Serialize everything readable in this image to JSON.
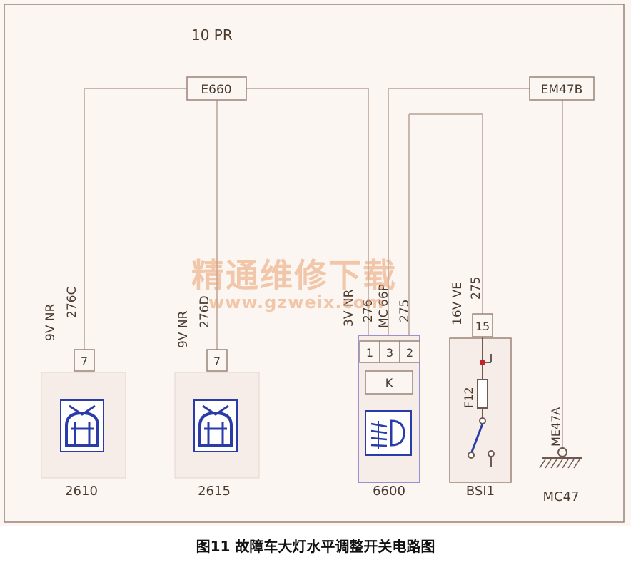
{
  "diagram": {
    "header": "10 PR",
    "connectors": {
      "left": "E660",
      "right": "EM47B"
    },
    "wires": [
      {
        "color": "9V NR",
        "code": "276C",
        "pin": "7"
      },
      {
        "color": "9V NR",
        "code": "276D",
        "pin": "7"
      },
      {
        "color": "3V NR",
        "code": "276"
      },
      {
        "color": "MC",
        "code": "66P"
      },
      {
        "code": "275"
      },
      {
        "color": "16V VE",
        "code": "275",
        "pin": "15"
      }
    ],
    "module_pins": [
      "1",
      "3",
      "2"
    ],
    "components": [
      {
        "id": "2610",
        "icon": "headlamp-leveling-actuator-icon"
      },
      {
        "id": "2615",
        "icon": "headlamp-leveling-actuator-icon"
      },
      {
        "id": "6600",
        "icon": "headlamp-level-switch-icon",
        "relay": "K"
      },
      {
        "id": "BSI1",
        "icon": "fuse-switch-icon",
        "fuse": "F12"
      }
    ],
    "ground": {
      "wire": "ME47A",
      "label": "MC47",
      "icon": "ground-icon"
    },
    "colors": {
      "wire": "#c9b7ad",
      "line": "#9a8478",
      "module_border": "#9b8fd0",
      "fuse_dot": "#c2222a",
      "icon_blue": "#2a3ca8"
    }
  },
  "watermark": {
    "text": "精通维修下载",
    "url": "www.gzweix.com"
  },
  "caption": "图11 故障车大灯水平调整开关电路图"
}
